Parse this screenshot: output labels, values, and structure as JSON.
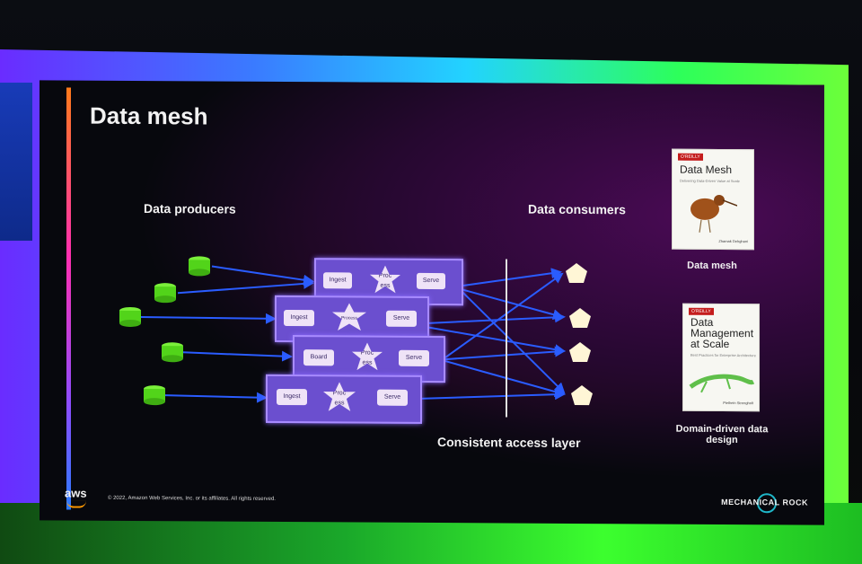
{
  "slide": {
    "title": "Data mesh",
    "producers_header": "Data producers",
    "consumers_header": "Data consumers",
    "access_layer_label": "Consistent access layer",
    "copyright": "© 2022, Amazon Web Services, Inc. or its affiliates. All rights reserved.",
    "aws_logo": "aws",
    "partner_logo": "MECHANICAL  ROCK"
  },
  "pipelines": [
    {
      "ingest": "Ingest",
      "process": "Proc\ness",
      "serve": "Serve"
    },
    {
      "ingest": "Ingest",
      "process": "Process",
      "serve": "Serve"
    },
    {
      "ingest": "Board",
      "process": "Proc\ness",
      "serve": "Serve"
    },
    {
      "ingest": "Ingest",
      "process": "Proc\ness",
      "serve": "Serve"
    }
  ],
  "books": [
    {
      "publisher": "O'REILLY",
      "title": "Data Mesh",
      "subtitle": "Delivering Data-Driven Value at Scale",
      "author": "Zhamak Dehghani",
      "caption": "Data mesh"
    },
    {
      "publisher": "O'REILLY",
      "title": "Data\nManagement\nat Scale",
      "subtitle": "Best Practices for Enterprise Architecture",
      "author": "Piethein Strengholt",
      "caption": "Domain-driven data design"
    }
  ],
  "colors": {
    "producer_node": "#52d41a",
    "consumer_node": "#fff6d6",
    "pipeline_box": "#6b4fcf",
    "arrow": "#2a5cff",
    "title_text": "#f2f2f2"
  },
  "icons": {
    "producer": "database-cylinder-icon",
    "consumer": "pentagon-icon",
    "process": "star-icon"
  }
}
